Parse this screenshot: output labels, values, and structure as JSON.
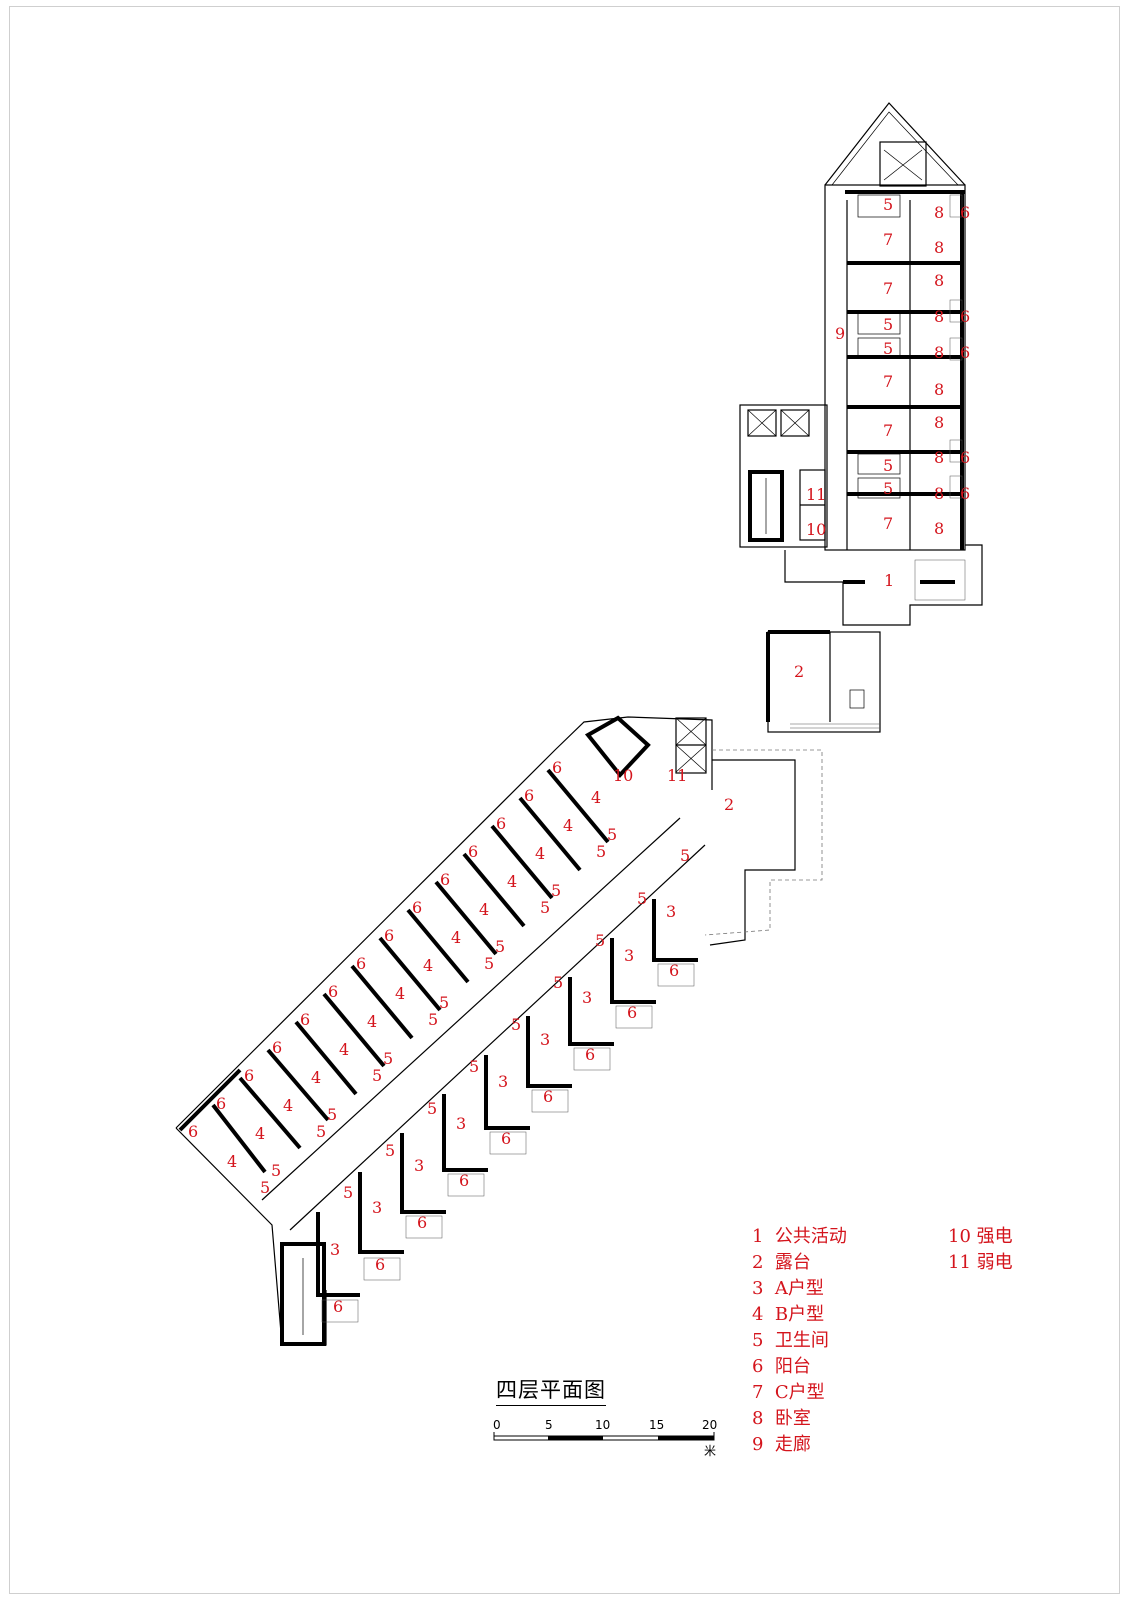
{
  "title": "四层平面图",
  "legend": {
    "col1": [
      {
        "num": "1",
        "text": "公共活动"
      },
      {
        "num": "2",
        "text": "露台"
      },
      {
        "num": "3",
        "text": "A户型"
      },
      {
        "num": "4",
        "text": "B户型"
      },
      {
        "num": "5",
        "text": "卫生间"
      },
      {
        "num": "6",
        "text": "阳台"
      },
      {
        "num": "7",
        "text": "C户型"
      },
      {
        "num": "8",
        "text": "卧室"
      },
      {
        "num": "9",
        "text": "走廊"
      }
    ],
    "col2": [
      {
        "num": "10",
        "text": "强电"
      },
      {
        "num": "11",
        "text": "弱电"
      }
    ]
  },
  "scale_bar": {
    "ticks": [
      "0",
      "5",
      "10",
      "15",
      "20"
    ],
    "unit": "米"
  },
  "room_labels": {
    "public_activity": "1",
    "terrace": "2",
    "type_a": "3",
    "type_b": "4",
    "bathroom": "5",
    "balcony": "6",
    "type_c": "7",
    "bedroom": "8",
    "corridor": "9",
    "strong_power": "10",
    "weak_power": "11"
  },
  "colors": {
    "label": "#d4141c",
    "wall": "#000000",
    "frame": "#cfcfcf"
  }
}
